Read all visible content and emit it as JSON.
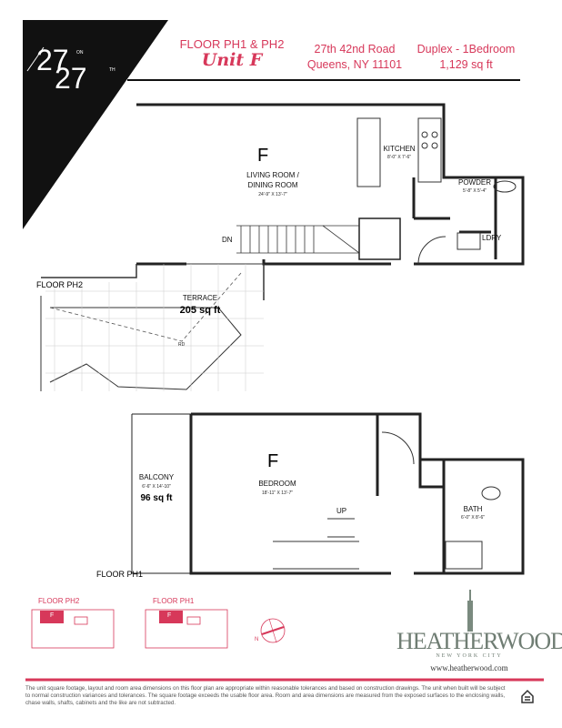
{
  "brand": {
    "logo_text": "27 ON 27 TH",
    "big": "27",
    "on": "ON",
    "th": "TH"
  },
  "header": {
    "floor": "FLOOR PH1 & PH2",
    "unit": "Unit F",
    "address_line1": "27th 42nd Road",
    "address_line2": "Queens, NY 11101",
    "type": "Duplex - 1Bedroom",
    "area": "1,129 sq ft",
    "accent_color": "#d7385a"
  },
  "ph2": {
    "floor_label": "FLOOR PH2",
    "unit_letter": "F",
    "living": {
      "name": "LIVING ROOM /",
      "name2": "DINING ROOM",
      "dims": "24'-9\" X 13'-7\""
    },
    "kitchen": {
      "name": "KITCHEN",
      "dims": "8'-0\" X 7'-6\""
    },
    "powder": {
      "name": "POWDER",
      "dims": "5'-8\" X 5'-4\""
    },
    "laundry": {
      "name": "LDRY"
    },
    "stairs": "DN",
    "terrace": {
      "name": "TERRACE",
      "area": "205 sq ft"
    },
    "roof_drain": "RD"
  },
  "ph1": {
    "floor_label": "FLOOR PH1",
    "unit_letter": "F",
    "bedroom": {
      "name": "BEDROOM",
      "dims": "18'-11\" X 13'-7\""
    },
    "balcony": {
      "name": "BALCONY",
      "dims": "6'-6\" X 14'-10\"",
      "area": "96 sq ft"
    },
    "bath": {
      "name": "BATH",
      "dims": "6'-0\" X 8'-6\""
    },
    "stairs": "UP"
  },
  "keyplans": [
    {
      "label": "FLOOR PH2",
      "unit": "F"
    },
    {
      "label": "FLOOR PH1",
      "unit": "F"
    }
  ],
  "compass": {
    "north": "N"
  },
  "developer": {
    "name": "HEATHERWOOD",
    "sub": "NEW YORK CITY",
    "url": "www.heatherwood.com"
  },
  "disclaimer": "The unit square footage, layout and room area dimensions on this floor plan are appropriate within reasonable tolerances and based on construction drawings. The unit when built will be subject to normal construction variances and tolerances. The square footage exceeds the usable floor area. Room and area dimensions are measured from the exposed surfaces to the enclosing walls, chase walls, shafts, cabinets and the like are not subtracted.",
  "icons": {
    "equal_housing": "equal-housing-icon"
  }
}
